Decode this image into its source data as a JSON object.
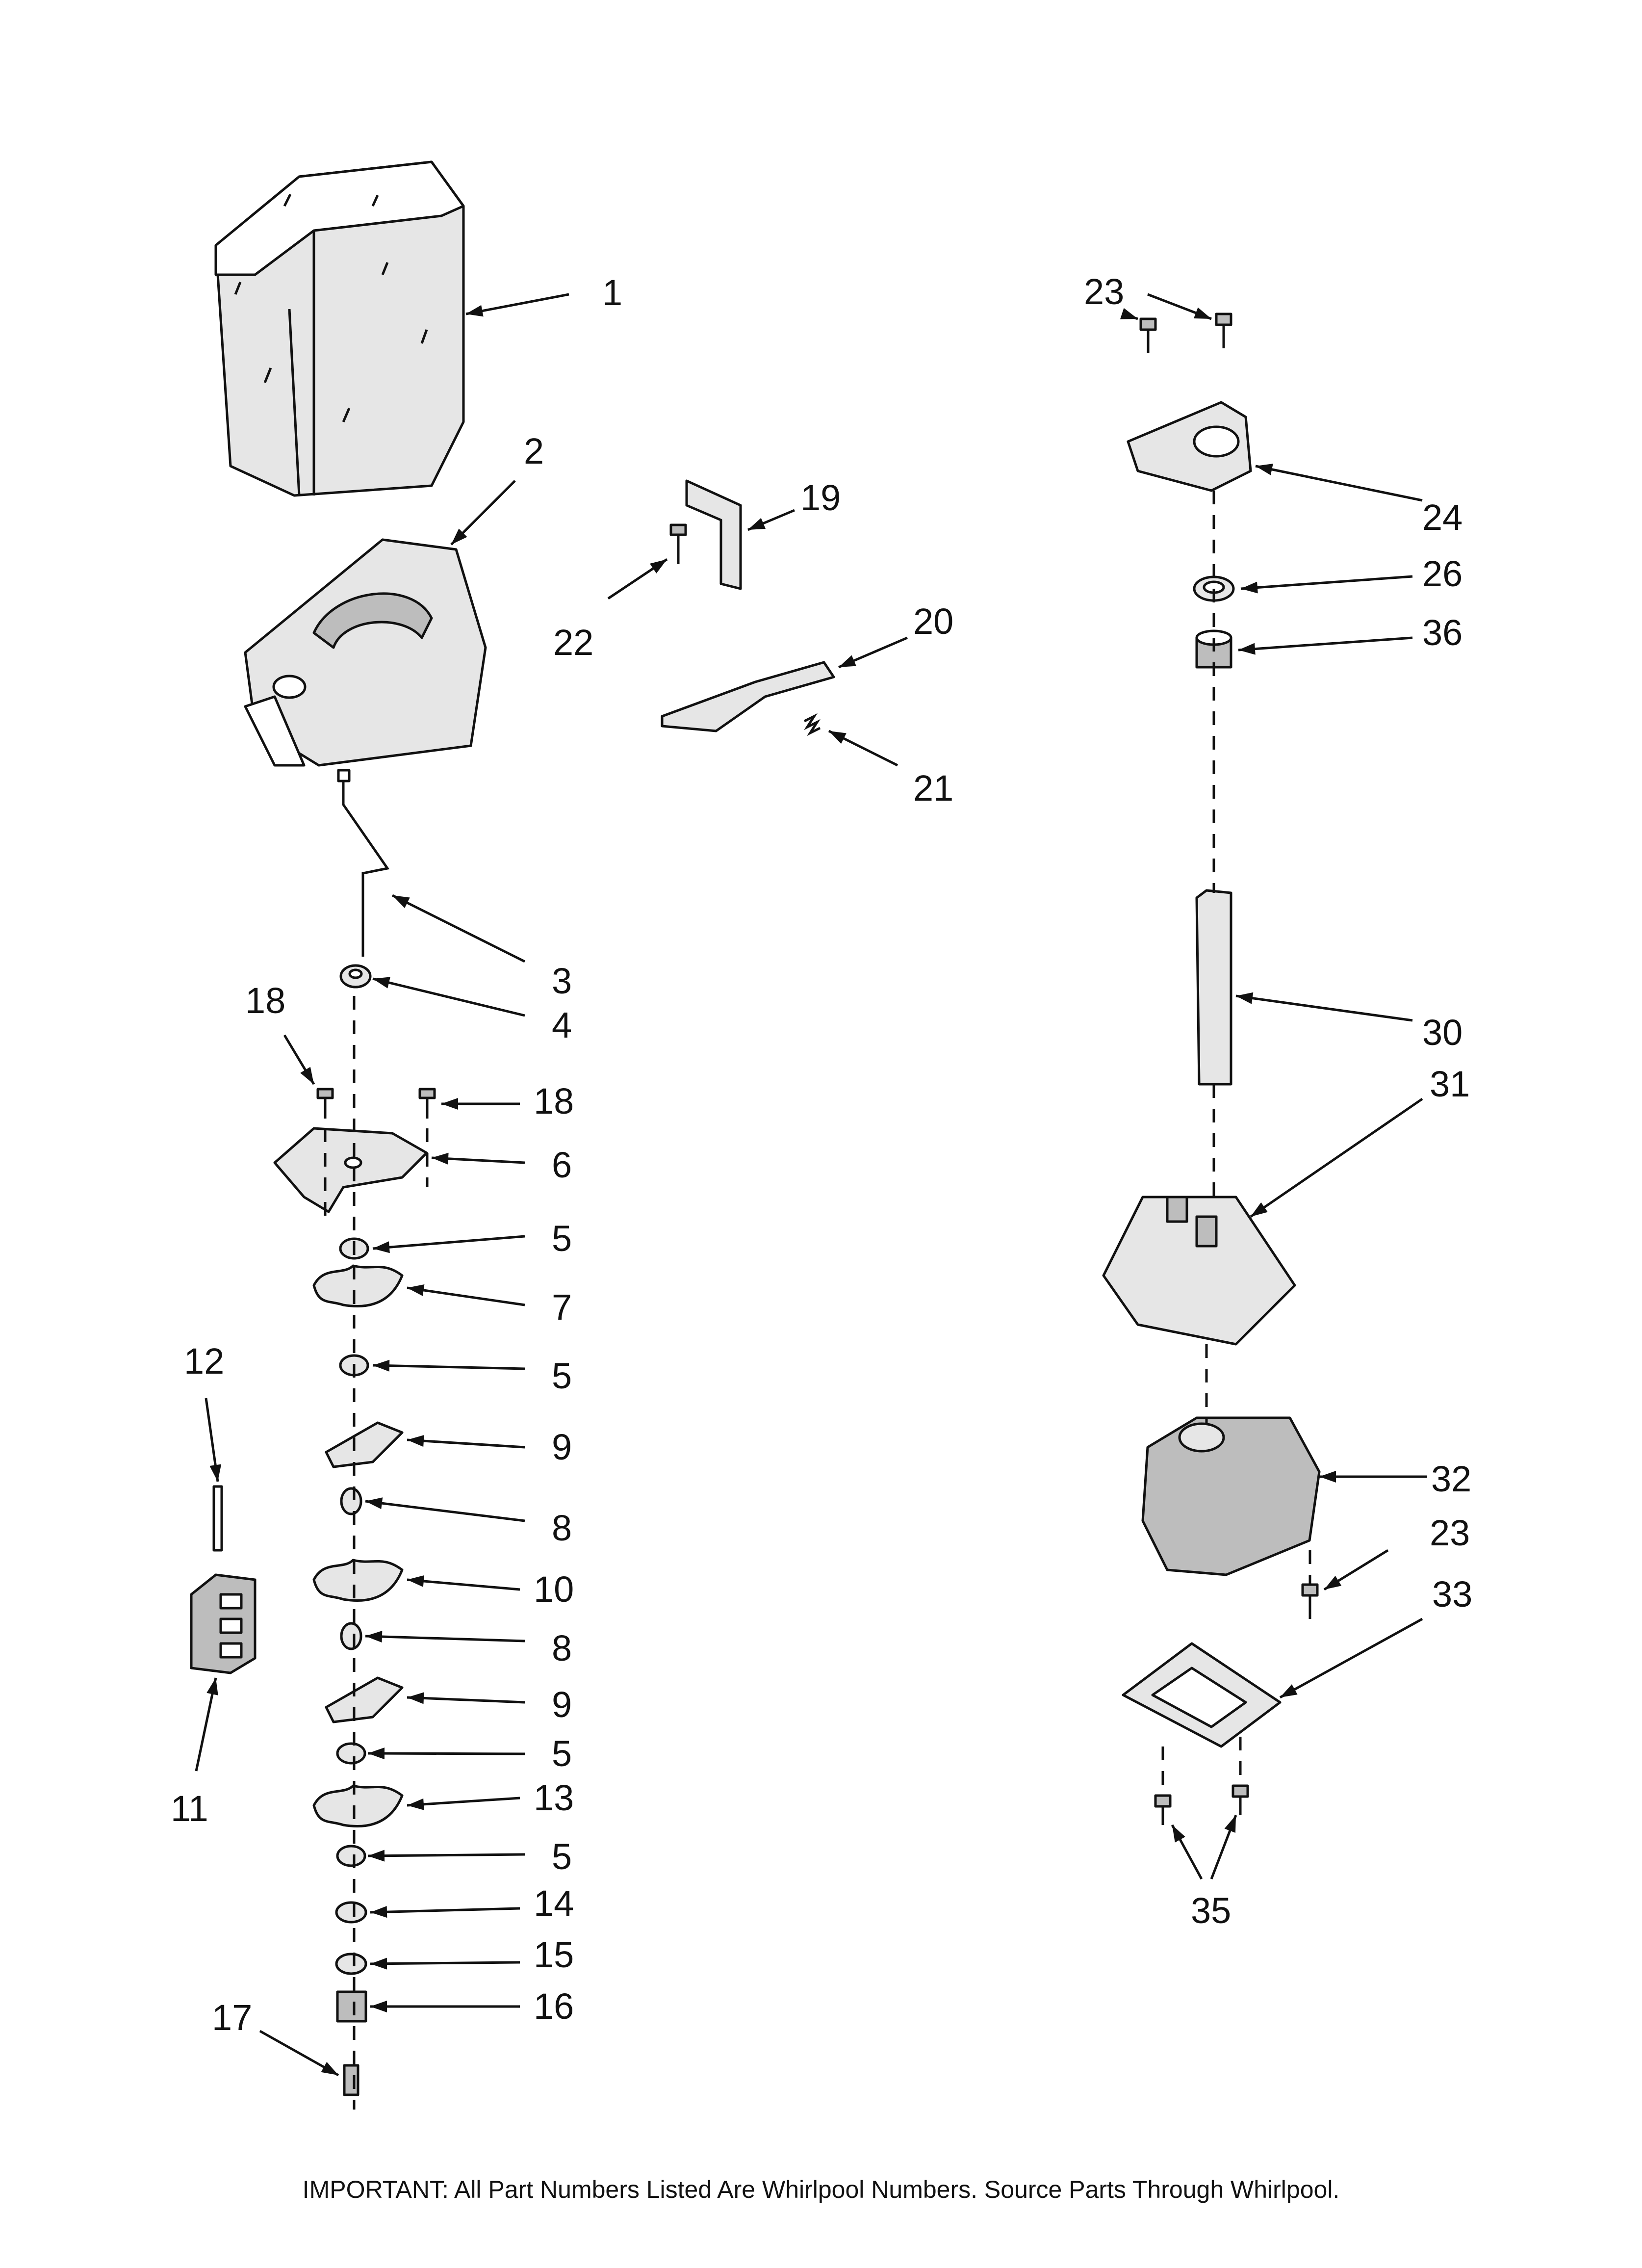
{
  "parts": [
    {
      "id": "1",
      "label": "1"
    },
    {
      "id": "2",
      "label": "2"
    },
    {
      "id": "3",
      "label": "3"
    },
    {
      "id": "4",
      "label": "4"
    },
    {
      "id": "5a",
      "label": "5"
    },
    {
      "id": "5b",
      "label": "5"
    },
    {
      "id": "5c",
      "label": "5"
    },
    {
      "id": "5d",
      "label": "5"
    },
    {
      "id": "6",
      "label": "6"
    },
    {
      "id": "7",
      "label": "7"
    },
    {
      "id": "8a",
      "label": "8"
    },
    {
      "id": "8b",
      "label": "8"
    },
    {
      "id": "9a",
      "label": "9"
    },
    {
      "id": "9b",
      "label": "9"
    },
    {
      "id": "10",
      "label": "10"
    },
    {
      "id": "11",
      "label": "11"
    },
    {
      "id": "12",
      "label": "12"
    },
    {
      "id": "13",
      "label": "13"
    },
    {
      "id": "14",
      "label": "14"
    },
    {
      "id": "15",
      "label": "15"
    },
    {
      "id": "16",
      "label": "16"
    },
    {
      "id": "17",
      "label": "17"
    },
    {
      "id": "18a",
      "label": "18"
    },
    {
      "id": "18b",
      "label": "18"
    },
    {
      "id": "19",
      "label": "19"
    },
    {
      "id": "20",
      "label": "20"
    },
    {
      "id": "21",
      "label": "21"
    },
    {
      "id": "22",
      "label": "22"
    },
    {
      "id": "23a",
      "label": "23"
    },
    {
      "id": "23b",
      "label": "23"
    },
    {
      "id": "24",
      "label": "24"
    },
    {
      "id": "26",
      "label": "26"
    },
    {
      "id": "36",
      "label": "36"
    },
    {
      "id": "30",
      "label": "30"
    },
    {
      "id": "31",
      "label": "31"
    },
    {
      "id": "32",
      "label": "32"
    },
    {
      "id": "33",
      "label": "33"
    },
    {
      "id": "35",
      "label": "35"
    }
  ],
  "footer_note": "IMPORTANT: All Part Numbers Listed Are Whirlpool Numbers. Source Parts Through Whirlpool."
}
